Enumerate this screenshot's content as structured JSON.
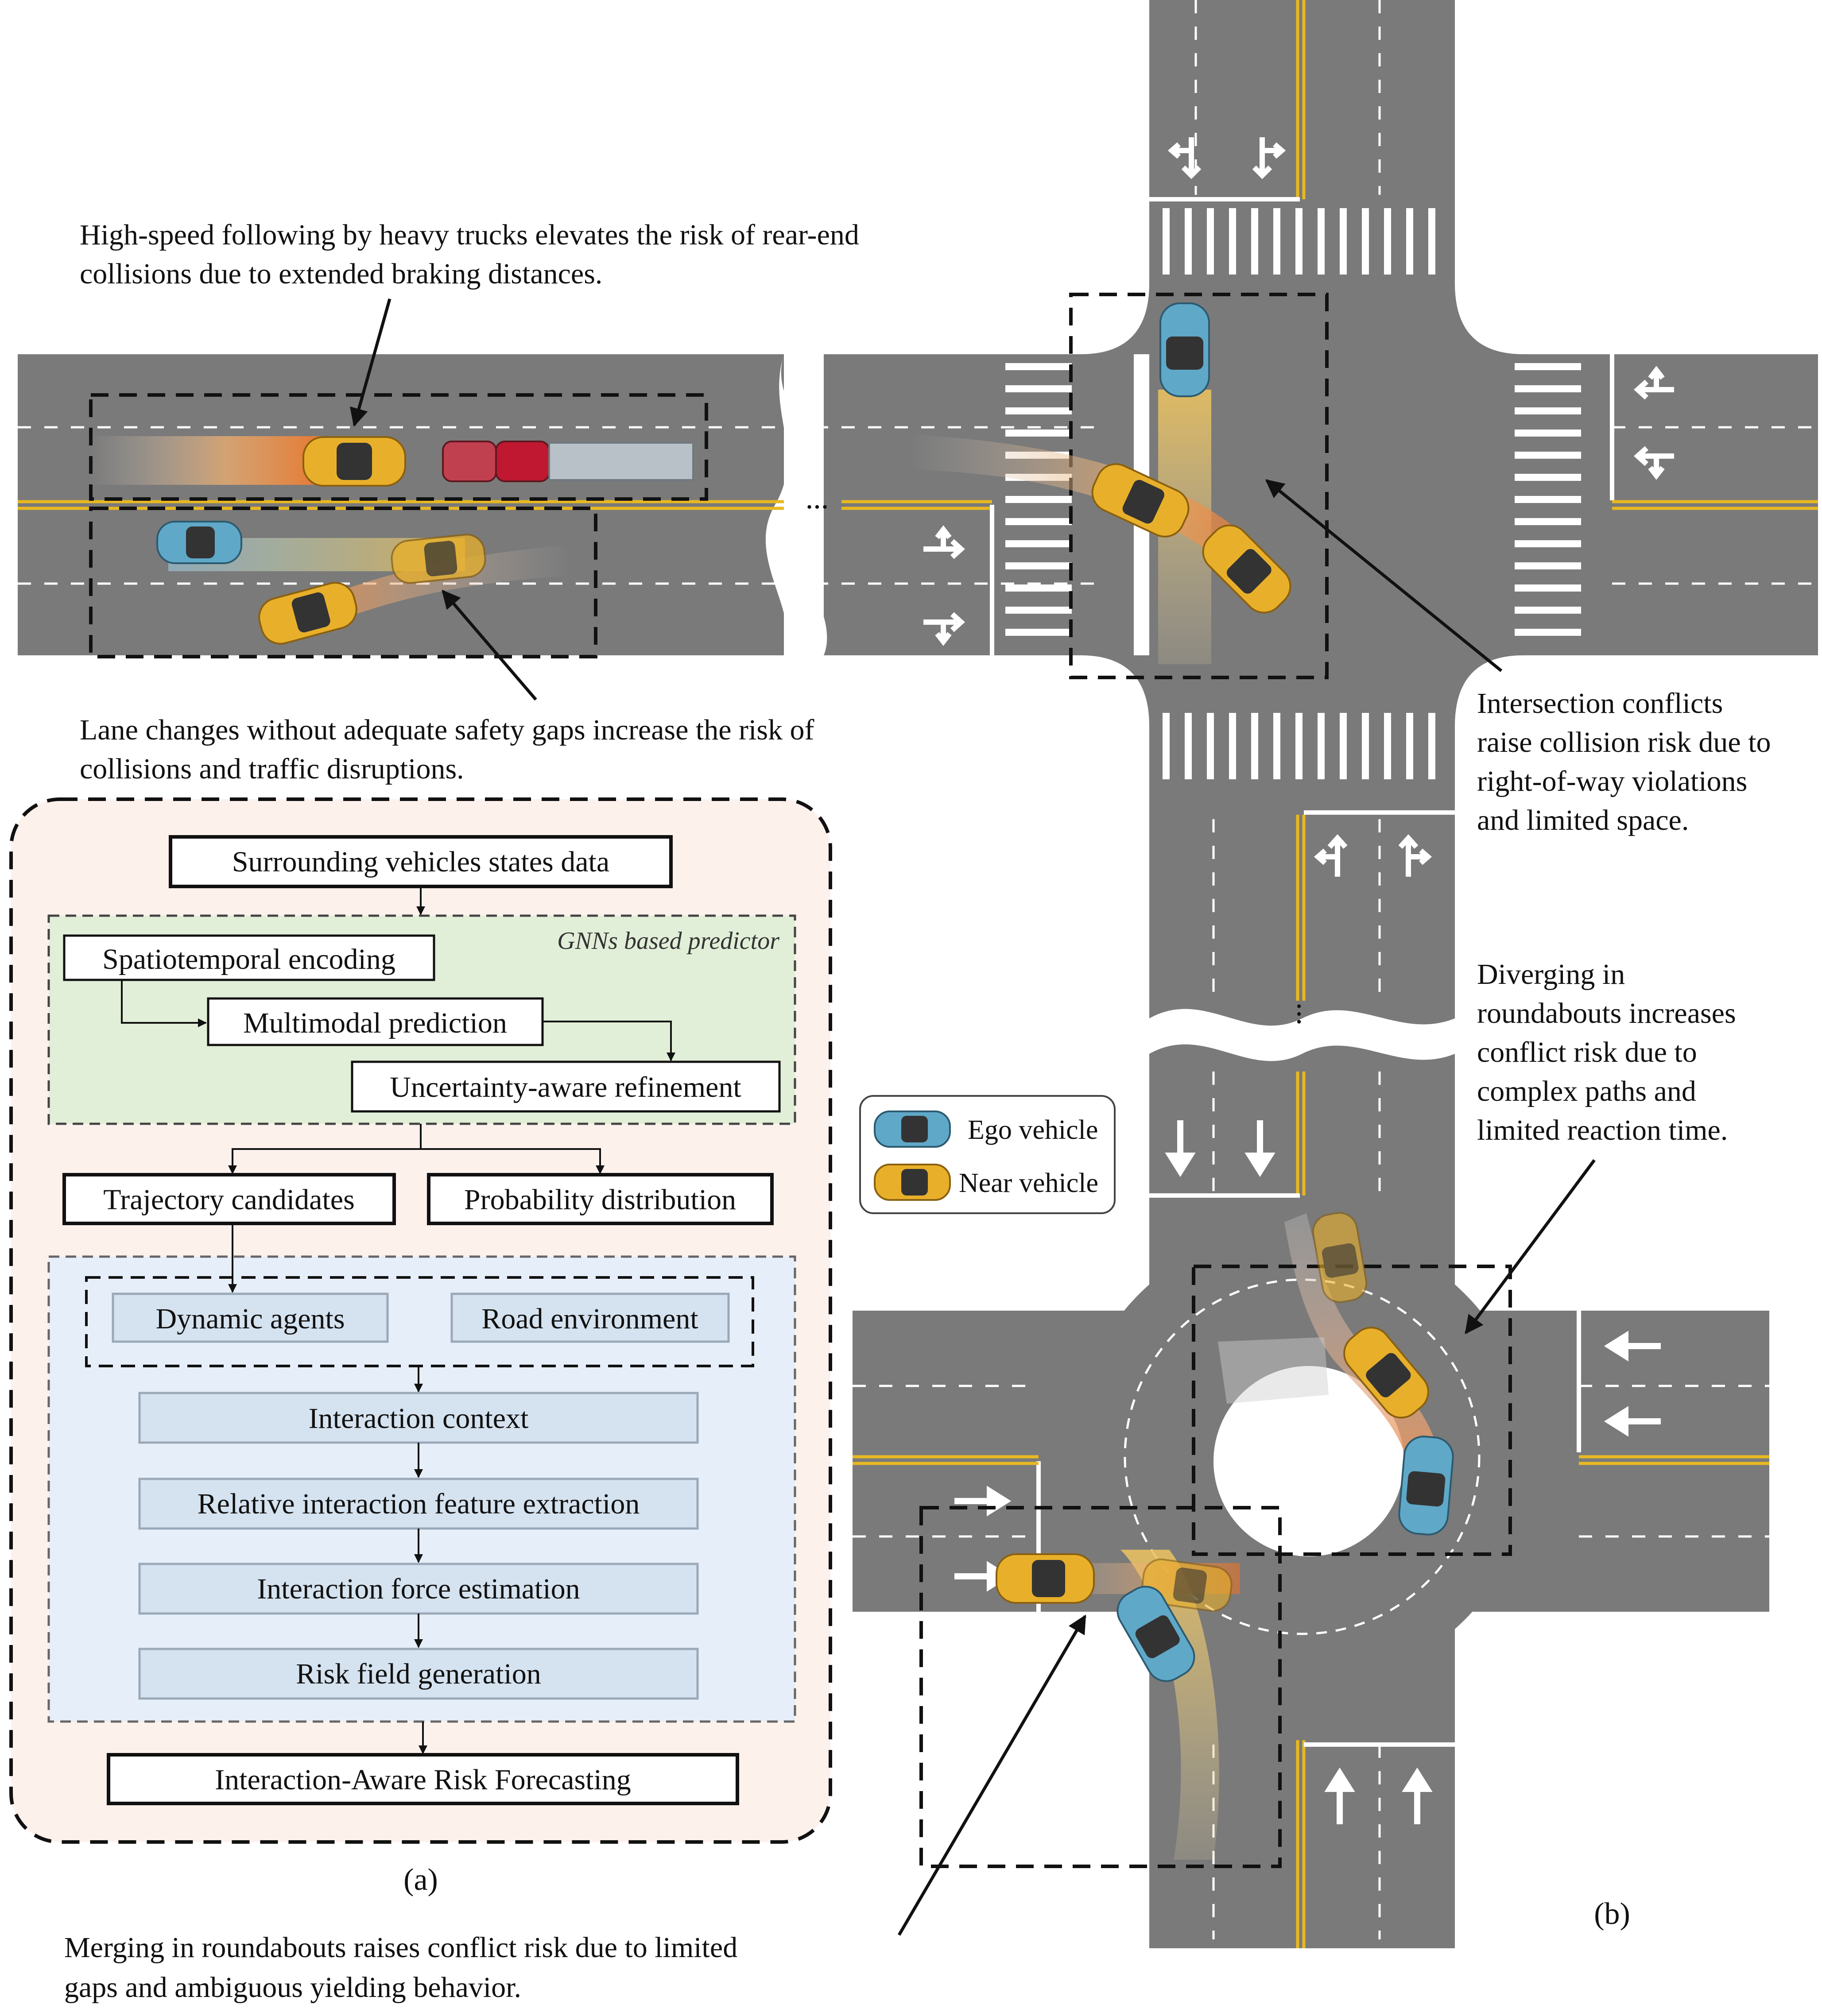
{
  "captions": {
    "truck": [
      "High-speed following by heavy trucks elevates the risk of rear-end",
      "collisions due to extended braking distances."
    ],
    "lane_change": [
      "Lane changes without adequate safety gaps increase the risk of",
      "collisions and traffic disruptions."
    ],
    "intersection": [
      "Intersection conflicts",
      "raise collision risk due to",
      "right-of-way violations",
      "and limited space."
    ],
    "diverging": [
      "Diverging in",
      "roundabouts increases",
      "conflict risk due to",
      "complex paths and",
      "limited reaction time."
    ],
    "merging": [
      "Merging in roundabouts raises conflict risk due to limited",
      "gaps and ambiguous yielding behavior."
    ]
  },
  "legend": {
    "ego": "Ego vehicle",
    "near": "Near vehicle"
  },
  "flowchart": {
    "input": "Surrounding vehicles states data",
    "gnn_title": "GNNs based predictor",
    "encoding": "Spatiotemporal encoding",
    "multimodal": "Multimodal prediction",
    "refinement": "Uncertainty-aware refinement",
    "trajectory": "Trajectory candidates",
    "probability": "Probability distribution",
    "agents": "Dynamic agents",
    "road": "Road environment",
    "context": "Interaction context",
    "relative": "Relative interaction feature extraction",
    "force": "Interaction force estimation",
    "risk_field": "Risk field generation",
    "output": "Interaction-Aware Risk Forecasting"
  },
  "subfig": {
    "a": "(a)",
    "b": "(b)"
  },
  "ellipsis": {
    "h": "...",
    "v": "..."
  },
  "colors": {
    "road": "#7a7a7a",
    "yellow_line": "#e8b820",
    "ego_car": "#5fa8c8",
    "near_car": "#e8b02a",
    "flow_bg": "#fdf1ec",
    "gnn_bg": "#e2efd8",
    "risk_bg": "#e6eef9",
    "risk_box": "#d5e2ef"
  }
}
